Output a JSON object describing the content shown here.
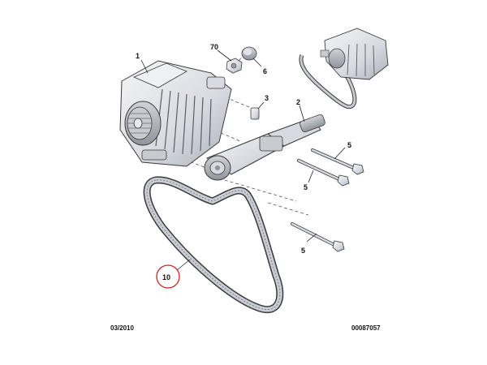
{
  "parts": [
    {
      "id": "alternator",
      "number": "1"
    },
    {
      "id": "tensioner",
      "number": "2"
    },
    {
      "id": "sleeve",
      "number": "3"
    },
    {
      "id": "bolt-upper",
      "number": "5"
    },
    {
      "id": "bolt-middle",
      "number": "5"
    },
    {
      "id": "bolt-lower",
      "number": "5"
    },
    {
      "id": "cap",
      "number": "6"
    },
    {
      "id": "nut",
      "number": "70"
    },
    {
      "id": "drive-belt",
      "number": "10",
      "highlighted": true
    }
  ],
  "footer": {
    "date": "03/2010",
    "reference": "00087057"
  },
  "colors": {
    "highlight_circle": "#d42020",
    "part_fill": "#e6e8ec",
    "part_shade": "#b9bdc4",
    "outline": "#3a3a3a"
  }
}
